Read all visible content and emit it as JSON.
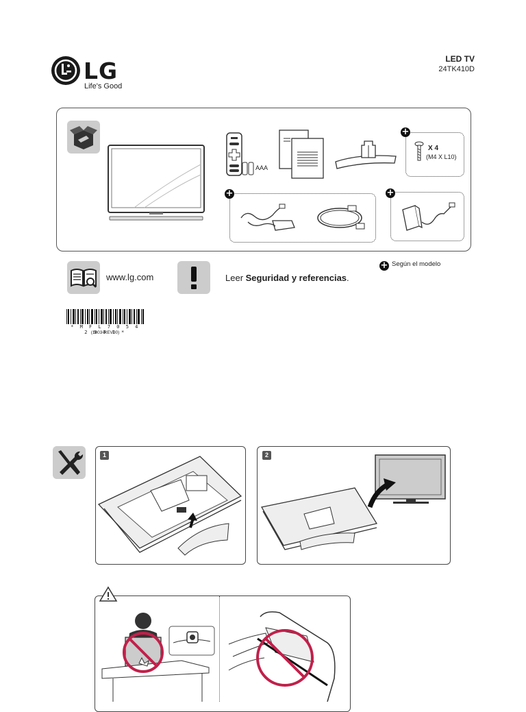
{
  "header": {
    "brand_name": "LG",
    "tagline": "Life's Good",
    "product_type": "LED TV",
    "model": "24TK410D"
  },
  "contents": {
    "battery_label": "AAA",
    "screw_qty": "X 4",
    "screw_spec": "(M4 X L10)"
  },
  "info": {
    "website": "www.lg.com",
    "read_prefix": "Leer ",
    "read_bold": "Seguridad y referencias",
    "read_suffix": ".",
    "model_note": "Según el modelo"
  },
  "barcode": {
    "number": "* M F L 7 0 5 4 2 9 0 1 *",
    "revision": "(1803-REV00)"
  },
  "assembly": {
    "step1": "1",
    "step2": "2"
  },
  "colors": {
    "prohibit_red": "#c0204a",
    "tile_gray": "#cccccc"
  }
}
